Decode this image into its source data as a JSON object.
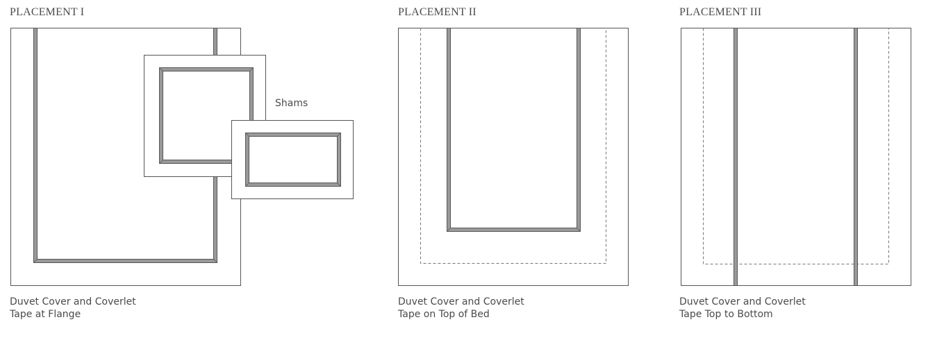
{
  "placements": [
    {
      "title": "PLACEMENT I",
      "caption_line1": "Duvet Cover and Coverlet",
      "caption_line2": "Tape at Flange",
      "callout": "Shams"
    },
    {
      "title": "PLACEMENT II",
      "caption_line1": "Duvet Cover and Coverlet",
      "caption_line2": "Tape on Top of Bed"
    },
    {
      "title": "PLACEMENT III",
      "caption_line1": "Duvet Cover and Coverlet",
      "caption_line2": "Tape Top to Bottom"
    }
  ],
  "colors": {
    "outline": "#555555",
    "tape_fill": "#9a9a9a",
    "text": "#4a4a4a"
  }
}
